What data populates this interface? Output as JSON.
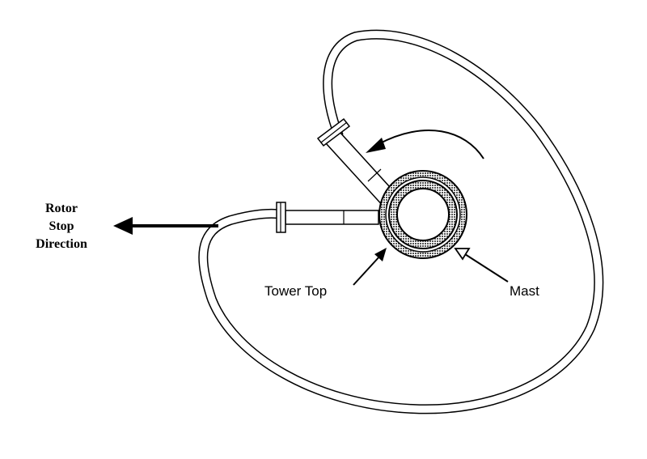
{
  "labels": {
    "rotor_line1": "Rotor",
    "rotor_line2": "Stop",
    "rotor_line3": "Direction",
    "tower_top": "Tower Top",
    "mast": "Mast"
  },
  "colors": {
    "ink": "#000000",
    "paper": "#ffffff",
    "hatch": "#777777"
  }
}
